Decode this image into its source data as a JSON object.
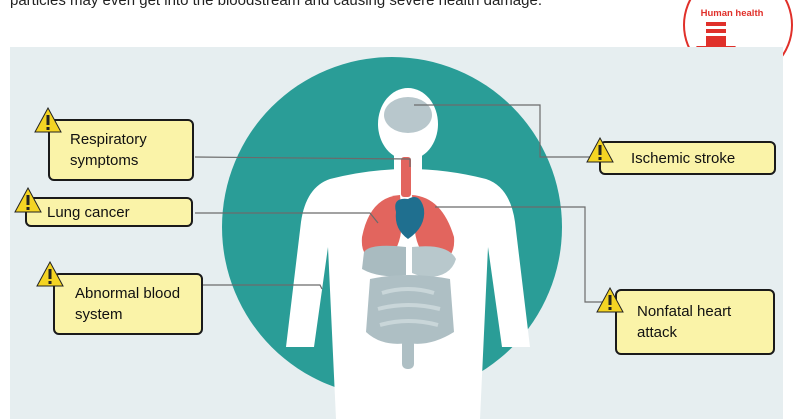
{
  "intro_text": "particles may even get into the bloodstream and causing severe health damage.",
  "badge": {
    "label": "Human health",
    "icon": "down-arrow-icon",
    "color": "#e0302a"
  },
  "labels": {
    "respiratory": "Respiratory symptoms",
    "lung_cancer": "Lung cancer",
    "abnormal_blood": "Abnormal blood system",
    "ischemic_stroke": "Ischemic stroke",
    "heart_attack": "Nonfatal heart attack"
  },
  "colors": {
    "label_fill": "#faf3a8",
    "warning_fill": "#f4d423",
    "teal": "#2a9d97",
    "body": "#ffffff",
    "lungs": "#e2655e",
    "heart": "#1f6f8f"
  }
}
